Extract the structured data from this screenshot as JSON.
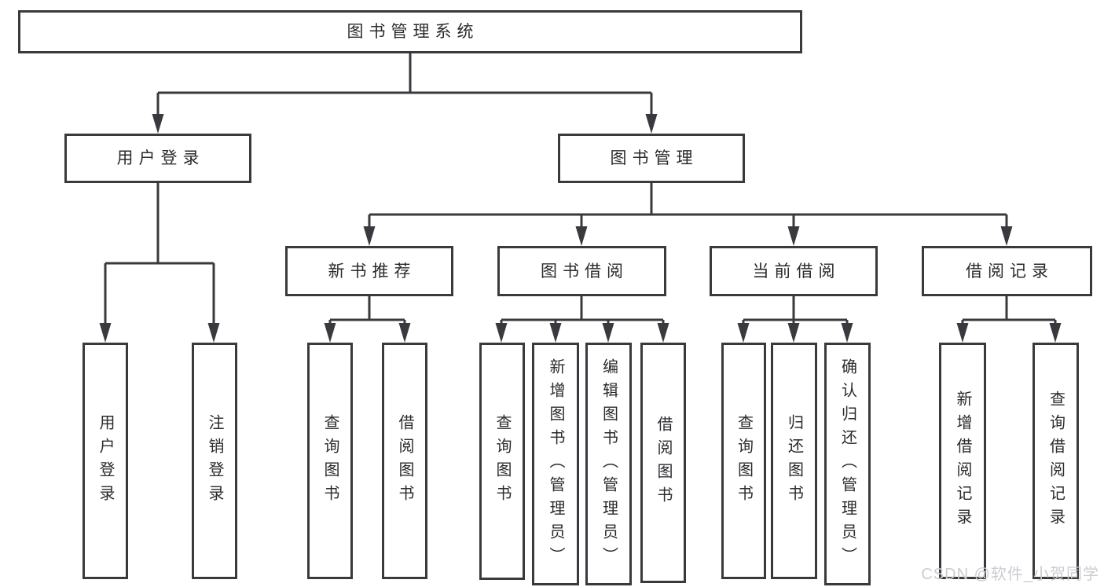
{
  "diagram": {
    "root": {
      "label": "图书管理系统"
    },
    "level2": [
      {
        "label": "用户登录",
        "children": [
          {
            "label": "用户登录"
          },
          {
            "label": "注销登录"
          }
        ]
      },
      {
        "label": "图书管理"
      }
    ],
    "level3": [
      {
        "label": "新书推荐",
        "children": [
          {
            "label": "查询图书"
          },
          {
            "label": "借阅图书"
          }
        ]
      },
      {
        "label": "图书借阅",
        "children": [
          {
            "label": "查询图书"
          },
          {
            "label": "新增图书（管理员）"
          },
          {
            "label": "编辑图书（管理员）"
          },
          {
            "label": "借阅图书"
          }
        ]
      },
      {
        "label": "当前借阅",
        "children": [
          {
            "label": "查询图书"
          },
          {
            "label": "归还图书"
          },
          {
            "label": "确认归还（管理员）"
          }
        ]
      },
      {
        "label": "借阅记录",
        "children": [
          {
            "label": "新增借阅记录"
          },
          {
            "label": "查询借阅记录"
          }
        ]
      }
    ]
  },
  "watermark": {
    "text": "CSDN @软件_小贺同学"
  },
  "colors": {
    "line": "#3a3a3e",
    "text": "#2b2b2f",
    "watermark": "#c9ccd1",
    "background": "#ffffff"
  }
}
